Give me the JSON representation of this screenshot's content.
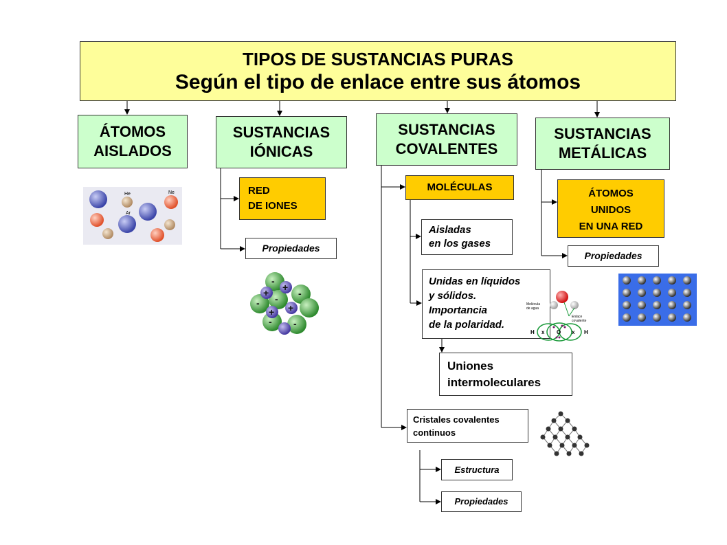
{
  "title": {
    "line1": "TIPOS DE SUSTANCIAS PURAS",
    "line2": "Según el tipo de enlace entre sus átomos"
  },
  "categories": {
    "atomos": {
      "line1": "ÁTOMOS",
      "line2": "AISLADOS"
    },
    "ionicas": {
      "line1": "SUSTANCIAS",
      "line2": "IÓNICAS"
    },
    "covalentes": {
      "line1": "SUSTANCIAS",
      "line2": "COVALENTES"
    },
    "metalicas": {
      "line1": "SUSTANCIAS",
      "line2": "METÁLICAS"
    }
  },
  "ionicas": {
    "red": {
      "line1": "RED",
      "line2": "DE IONES"
    },
    "propiedades": "Propiedades"
  },
  "covalentes": {
    "moleculas": "MOLÉCULAS",
    "aisladas": {
      "line1": "Aisladas",
      "line2": "en los gases"
    },
    "unidas": {
      "line1": "Unidas en líquidos",
      "line2": "y sólidos.",
      "line3": "Importancia",
      "line4": "de la polaridad."
    },
    "uniones": {
      "line1": "Uniones",
      "line2": "intermoleculares"
    },
    "cristales": {
      "line1": "Cristales covalentes",
      "line2": "continuos"
    },
    "estructura": "Estructura",
    "propiedades": "Propiedades"
  },
  "metalicas": {
    "unidos": {
      "line1": "ÁTOMOS",
      "line2": "UNIDOS",
      "line3": "EN UNA RED"
    },
    "propiedades": "Propiedades"
  },
  "images": {
    "noble_gas_labels": [
      "He",
      "Ne",
      "Ar"
    ],
    "water_labels": {
      "title1": "Molécula",
      "title2": "de agua",
      "bond1": "Enlace",
      "bond2": "covalente",
      "h": "H",
      "o": "O",
      "x": "x"
    }
  },
  "colors": {
    "title_bg": "#fefe9a",
    "category_bg": "#ccffcc",
    "orange_bg": "#ffcc00",
    "metal_bg": "#3a6de8"
  }
}
